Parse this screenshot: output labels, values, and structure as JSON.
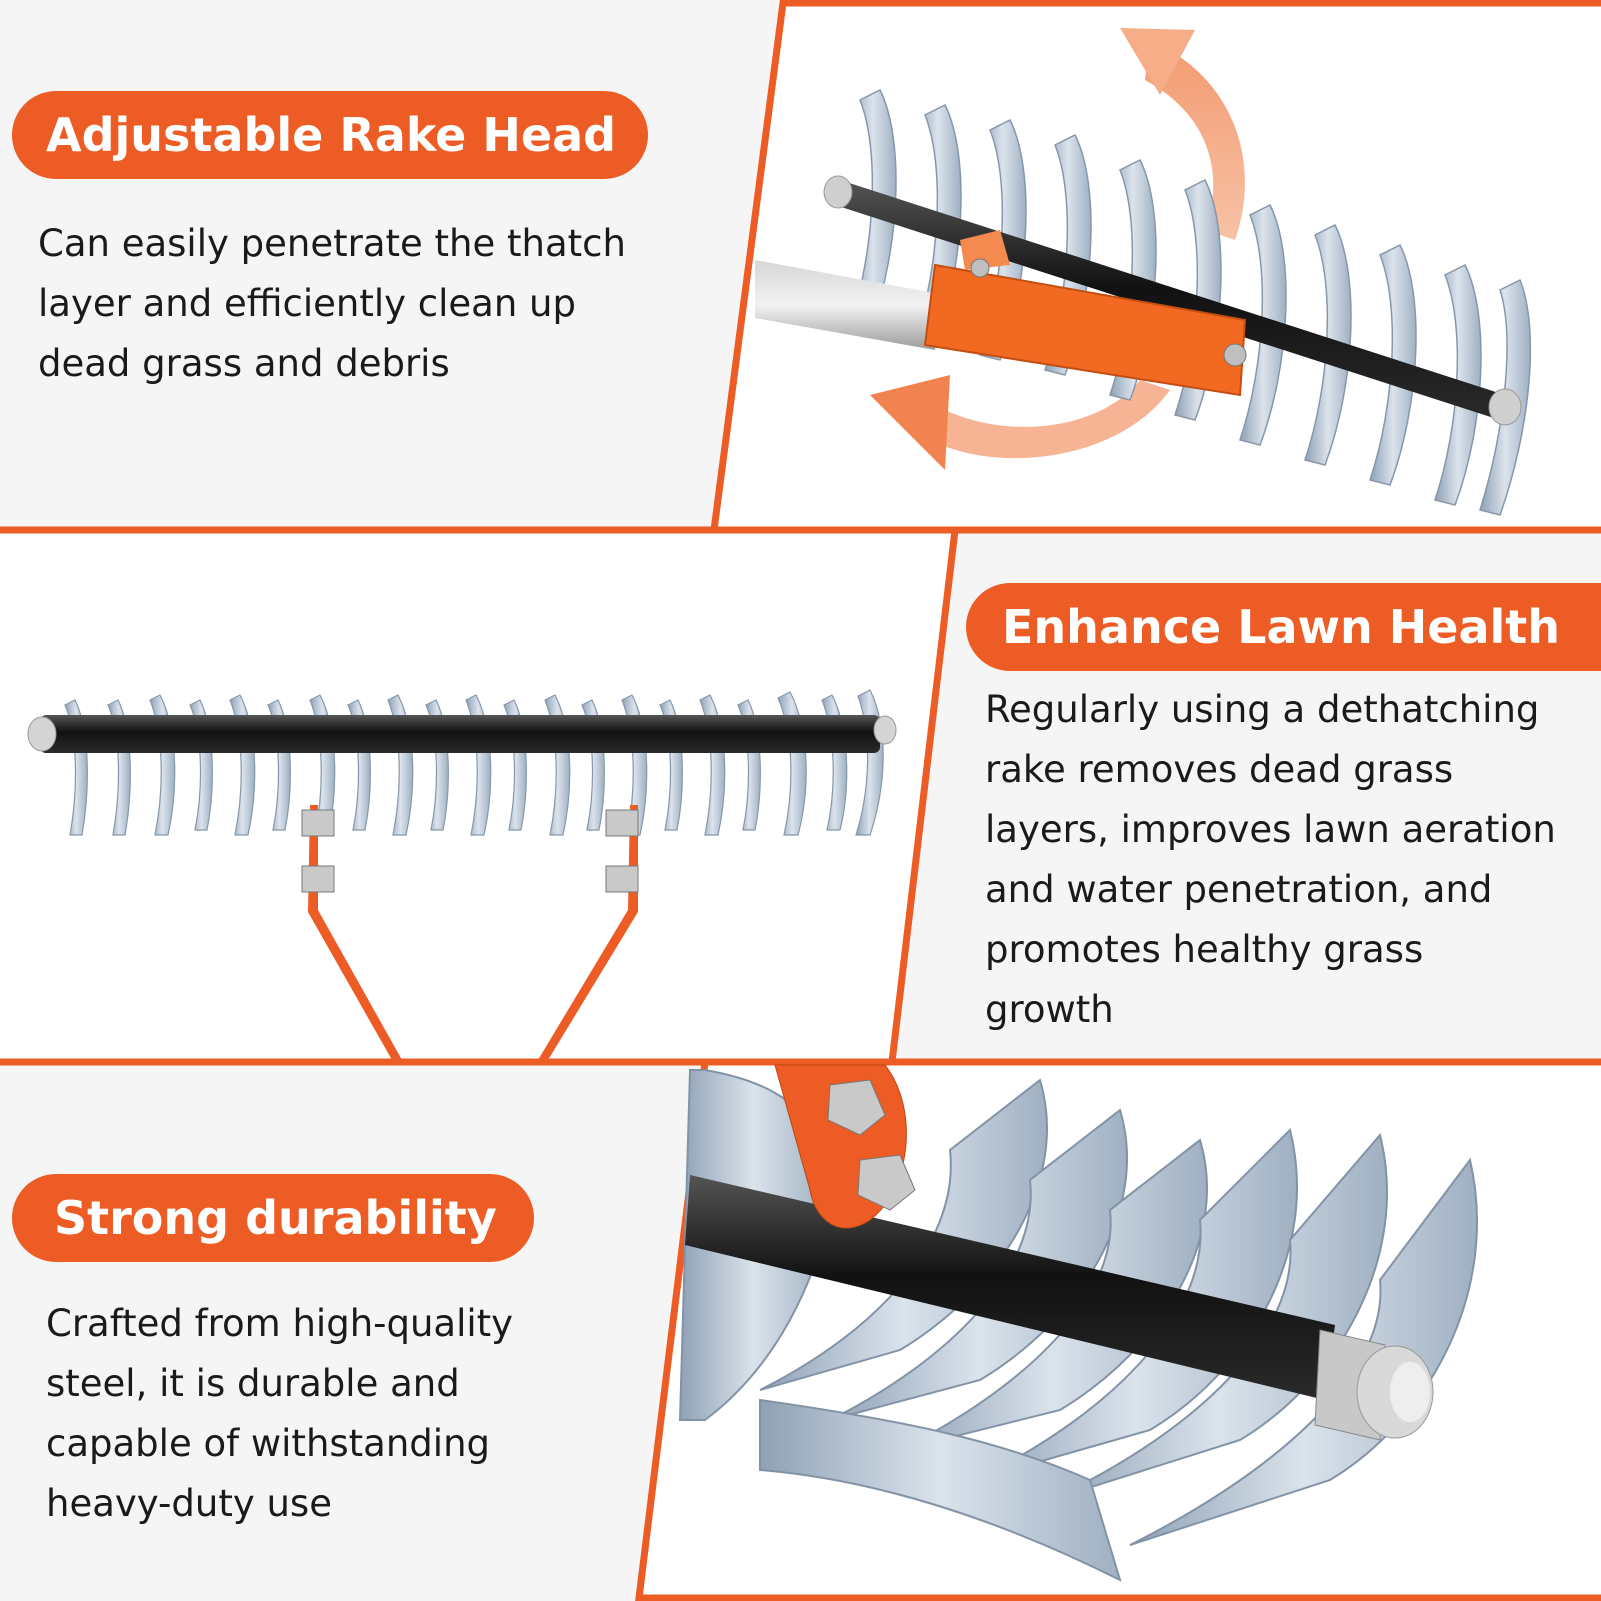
{
  "theme": {
    "accent": "#ec5c24",
    "panel_bg": "#f5f5f5",
    "photo_bg": "#ffffff",
    "text": "#1a1a1a"
  },
  "sections": [
    {
      "heading": "Adjustable Rake Head",
      "lines": [
        "Can easily penetrate the thatch",
        "layer and efficiently clean up",
        "dead grass and debris"
      ],
      "image": "rake-head-rotation-photo"
    },
    {
      "heading": "Enhance Lawn Health",
      "lines": [
        "Regularly using a dethatching",
        "rake removes dead grass",
        "layers, improves lawn aeration",
        "and water penetration, and",
        "promotes healthy grass",
        "growth"
      ],
      "image": "full-rake-head-photo"
    },
    {
      "heading": "Strong durability",
      "lines": [
        "Crafted from high-quality",
        "steel, it is durable and",
        "capable of withstanding",
        "heavy-duty use"
      ],
      "image": "blade-closeup-photo"
    }
  ],
  "icons": [
    "rotate-arrow-icon"
  ]
}
